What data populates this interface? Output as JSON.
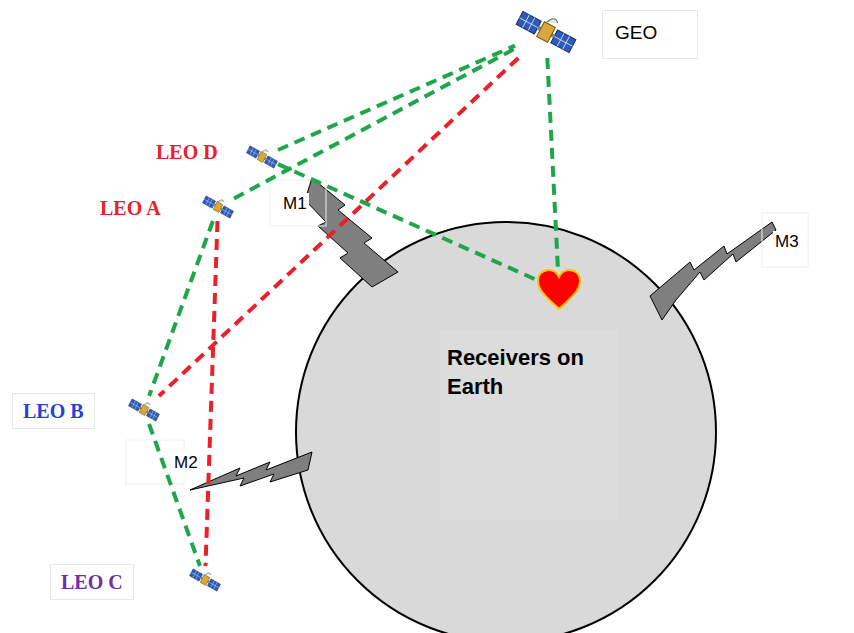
{
  "diagram": {
    "nodes": [
      {
        "text": [
          "GEO"
        ]
      },
      {
        "text": [
          "LEO D"
        ]
      },
      {
        "text": [
          "LEO A"
        ]
      },
      {
        "text": [
          "Receivers on Earth"
        ]
      },
      {
        "text": [
          "LEO B"
        ]
      },
      {
        "text": [
          "LEO C"
        ]
      }
    ],
    "edges": [
      {
        "from": 1,
        "to": 0,
        "arrow": "none"
      },
      {
        "from": 2,
        "to": 0,
        "arrow": "none"
      },
      {
        "from": 1,
        "to": 3,
        "arrow": "none"
      },
      {
        "from": 0,
        "to": 3,
        "arrow": "none"
      },
      {
        "from": 2,
        "to": 4,
        "arrow": "none"
      },
      {
        "from": 4,
        "to": 5,
        "arrow": "none"
      },
      {
        "from": 0,
        "to": 4,
        "arrow": "none"
      },
      {
        "from": 2,
        "to": 5,
        "arrow": "none"
      }
    ],
    "labels": [
      "M1",
      "M2",
      "M3"
    ]
  }
}
